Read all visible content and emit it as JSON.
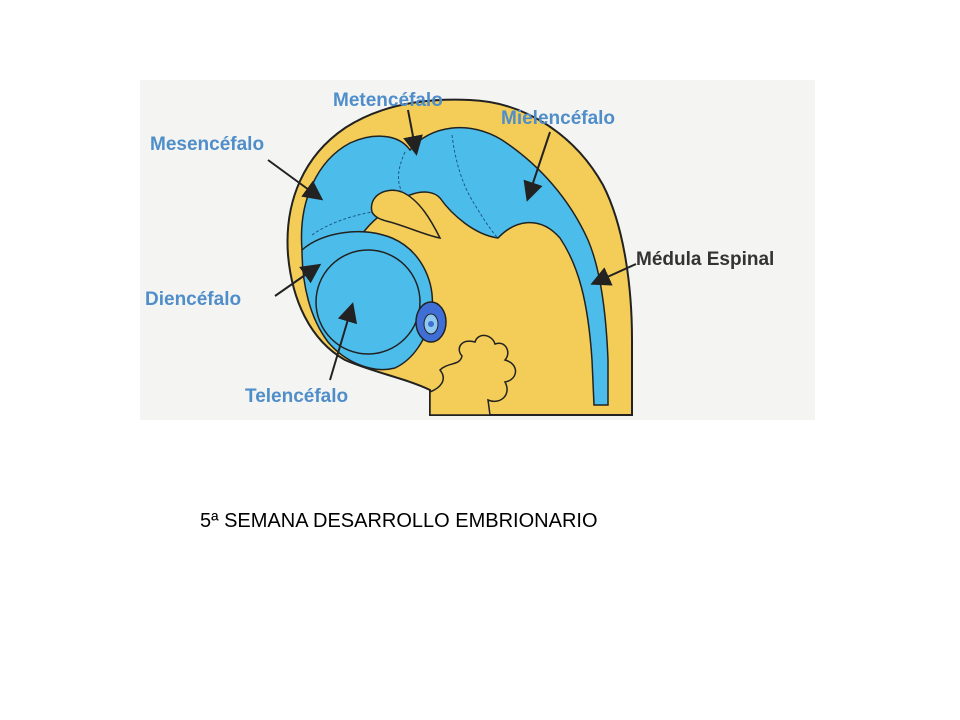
{
  "diagram": {
    "labels": {
      "metencefalo": "Metencéfalo",
      "mesencefalo": "Mesencéfalo",
      "mielencefalo": "Mielencéfalo",
      "medula": "Médula Espinal",
      "diencefalo": "Diencéfalo",
      "telencefalo": "Telencéfalo"
    }
  },
  "caption": "5ª SEMANA DESARROLLO EMBRIONARIO",
  "colors": {
    "panel": "#f4f4f3",
    "tissue": "#f4cd58",
    "neural_tube": "#4cbdeb",
    "eye": "#3f6fd6",
    "outline": "#222222",
    "label_blue": "#4f8ec9",
    "label_dark": "#333333"
  }
}
